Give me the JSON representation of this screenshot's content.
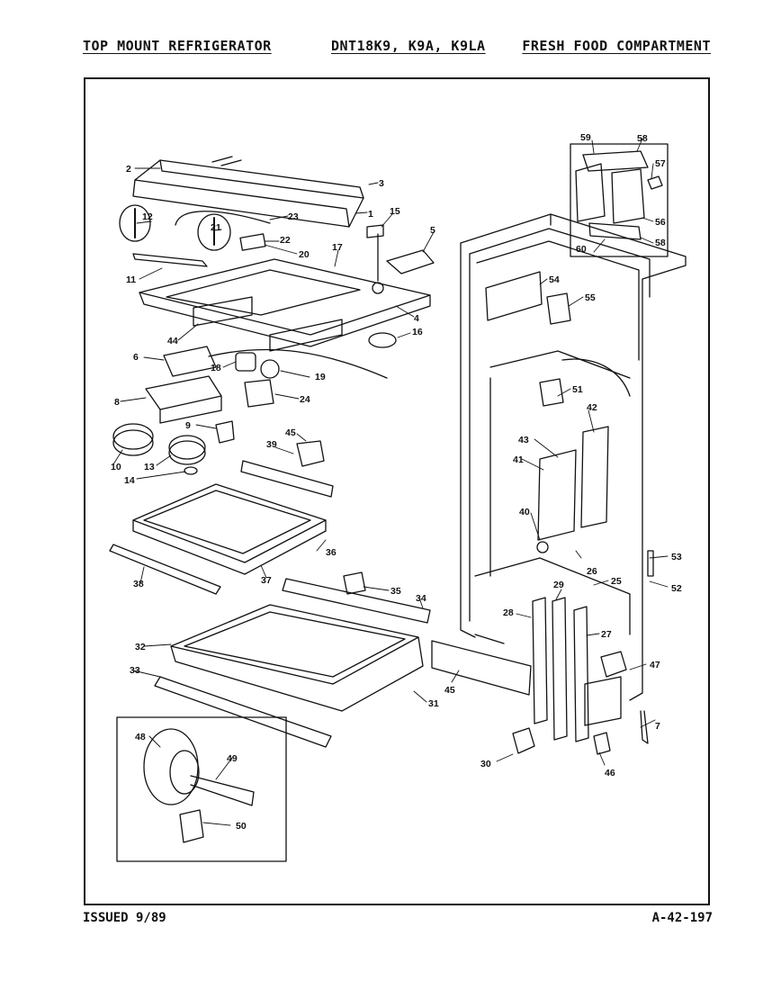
{
  "header": {
    "left": "TOP MOUNT REFRIGERATOR",
    "model": "DNT18K9, K9A, K9LA",
    "section": "FRESH FOOD COMPARTMENT"
  },
  "footer": {
    "issued": "ISSUED 9/89",
    "page_code": "A-42-197"
  },
  "parts": [
    {
      "id": "p2",
      "label": "2"
    },
    {
      "id": "p3",
      "label": "3"
    },
    {
      "id": "p1",
      "label": "1"
    },
    {
      "id": "p12",
      "label": "12"
    },
    {
      "id": "p23",
      "label": "23"
    },
    {
      "id": "p21",
      "label": "21"
    },
    {
      "id": "p15",
      "label": "15"
    },
    {
      "id": "p22",
      "label": "22"
    },
    {
      "id": "p5",
      "label": "5"
    },
    {
      "id": "p20",
      "label": "20"
    },
    {
      "id": "p17",
      "label": "17"
    },
    {
      "id": "p11",
      "label": "11"
    },
    {
      "id": "p4",
      "label": "4"
    },
    {
      "id": "p44",
      "label": "44"
    },
    {
      "id": "p16",
      "label": "16"
    },
    {
      "id": "p6",
      "label": "6"
    },
    {
      "id": "p18",
      "label": "18"
    },
    {
      "id": "p19",
      "label": "19"
    },
    {
      "id": "p8",
      "label": "8"
    },
    {
      "id": "p24",
      "label": "24"
    },
    {
      "id": "p9",
      "label": "9"
    },
    {
      "id": "p45",
      "label": "45"
    },
    {
      "id": "p39",
      "label": "39"
    },
    {
      "id": "p10",
      "label": "10"
    },
    {
      "id": "p13",
      "label": "13"
    },
    {
      "id": "p14",
      "label": "14"
    },
    {
      "id": "p36",
      "label": "36"
    },
    {
      "id": "p38",
      "label": "38"
    },
    {
      "id": "p37",
      "label": "37"
    },
    {
      "id": "p35",
      "label": "35"
    },
    {
      "id": "p34",
      "label": "34"
    },
    {
      "id": "p32",
      "label": "32"
    },
    {
      "id": "p33",
      "label": "33"
    },
    {
      "id": "p31",
      "label": "31"
    },
    {
      "id": "p48",
      "label": "48"
    },
    {
      "id": "p49",
      "label": "49"
    },
    {
      "id": "p50",
      "label": "50"
    },
    {
      "id": "p59",
      "label": "59"
    },
    {
      "id": "p58a",
      "label": "58"
    },
    {
      "id": "p57",
      "label": "57"
    },
    {
      "id": "p56",
      "label": "56"
    },
    {
      "id": "p58b",
      "label": "58"
    },
    {
      "id": "p60",
      "label": "60"
    },
    {
      "id": "p54",
      "label": "54"
    },
    {
      "id": "p55",
      "label": "55"
    },
    {
      "id": "p51",
      "label": "51"
    },
    {
      "id": "p42",
      "label": "42"
    },
    {
      "id": "p43",
      "label": "43"
    },
    {
      "id": "p41",
      "label": "41"
    },
    {
      "id": "p40",
      "label": "40"
    },
    {
      "id": "p26",
      "label": "26"
    },
    {
      "id": "p53",
      "label": "53"
    },
    {
      "id": "p25",
      "label": "25"
    },
    {
      "id": "p52",
      "label": "52"
    },
    {
      "id": "p29",
      "label": "29"
    },
    {
      "id": "p28",
      "label": "28"
    },
    {
      "id": "p27",
      "label": "27"
    },
    {
      "id": "p47",
      "label": "47"
    },
    {
      "id": "p45b",
      "label": "45"
    },
    {
      "id": "p7",
      "label": "7"
    },
    {
      "id": "p30",
      "label": "30"
    },
    {
      "id": "p46",
      "label": "46"
    }
  ]
}
